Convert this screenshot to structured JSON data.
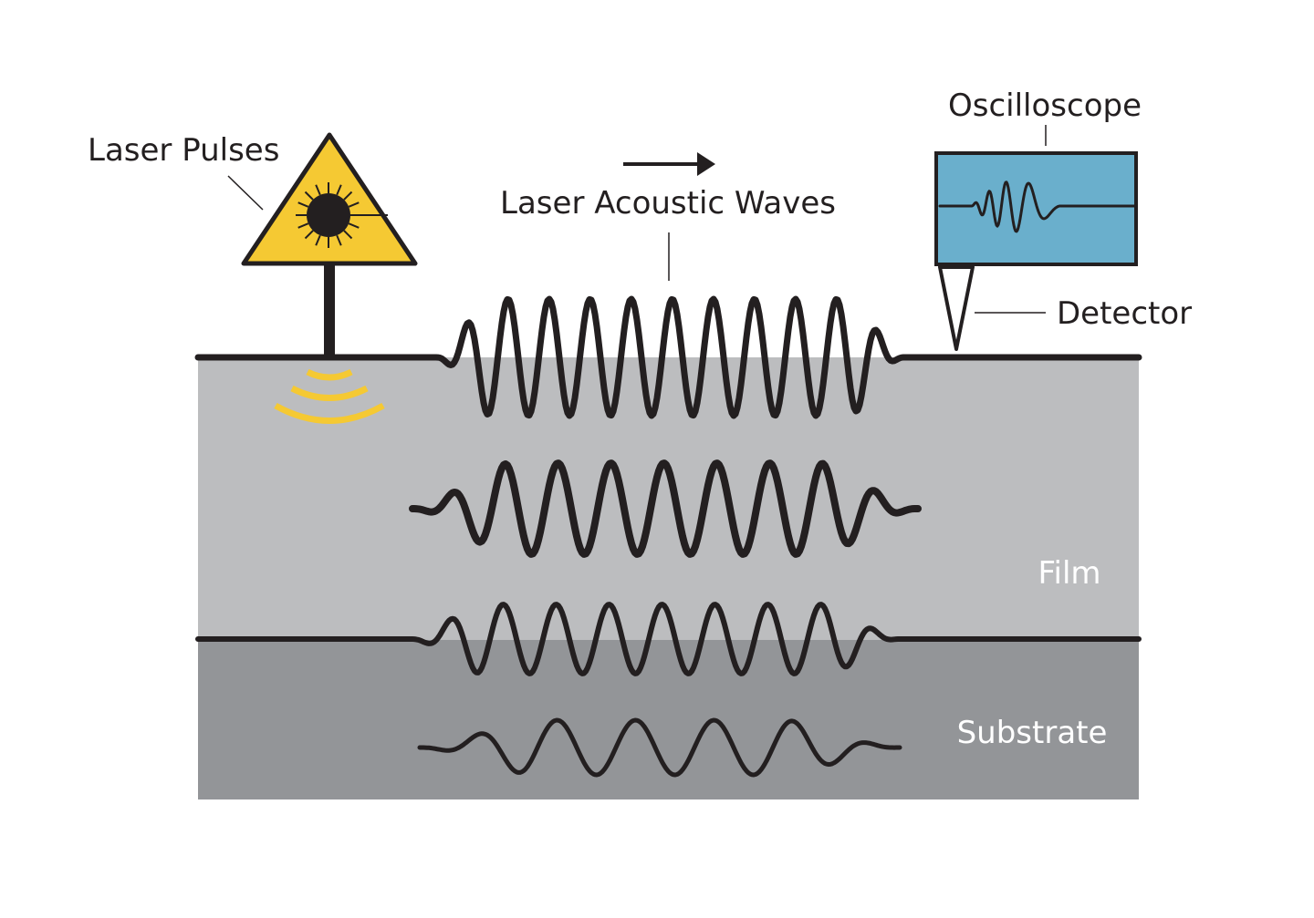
{
  "labels": {
    "laser_pulses": "Laser Pulses",
    "laser_acoustic_waves": "Laser Acoustic Waves",
    "oscilloscope": "Oscilloscope",
    "detector": "Detector",
    "film": "Film",
    "substrate": "Substrate"
  },
  "colors": {
    "film": "#bcbdbf",
    "substrate": "#939598",
    "outline": "#231f20",
    "laser_sign": "#f5c933",
    "oscilloscope_screen": "#6aafcc",
    "label_light": "#ffffff"
  },
  "icons": {
    "laser_sign": "laser-warning-icon",
    "arrow": "arrow-right-icon",
    "detector": "detector-probe-icon",
    "oscilloscope": "oscilloscope-icon"
  }
}
